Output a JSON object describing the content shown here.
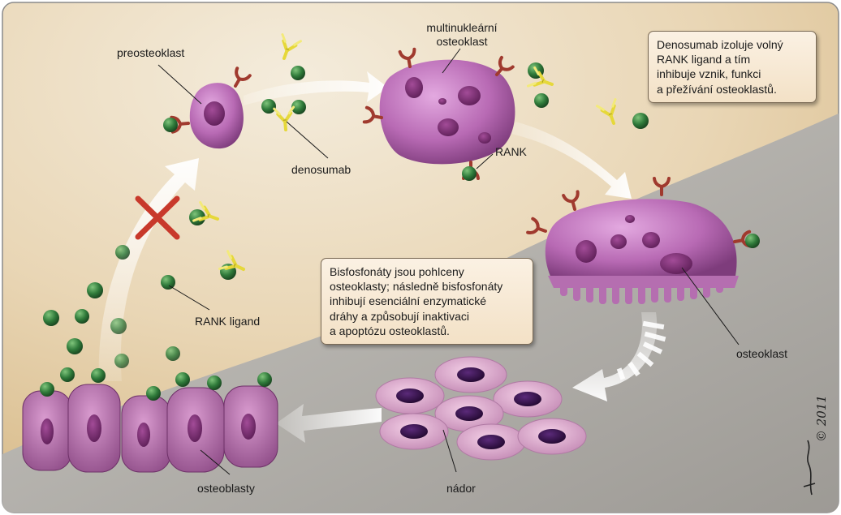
{
  "labels": {
    "preosteoklast": "preosteoklast",
    "multinuclear": [
      "multinukleární",
      "osteoklast"
    ],
    "denosumab": "denosumab",
    "rank": "RANK",
    "rank_ligand": "RANK ligand",
    "osteoklast": "osteoklast",
    "nador": "nádor",
    "osteoblasty": "osteoblasty"
  },
  "info_boxes": {
    "denosumab": [
      "Denosumab izoluje volný",
      "RANK ligand a tím",
      "inhibuje vznik, funkci",
      "a přežívání osteoklastů."
    ],
    "bisfosfonaty": [
      "Bisfosfonáty jsou pohlceny",
      "osteoklasty; následně bisfosfonáty",
      "inhibují esenciální enzymatické",
      "dráhy a způsobují inaktivaci",
      "a apoptózu osteoklastů."
    ]
  },
  "copyright": "© 2011",
  "colors": {
    "background_top": "#f1e6d2",
    "background_tan": "#e1c79c",
    "bone_gray": "#b3b1ad",
    "cell_violet": "#b066b0",
    "nucleus": "#7a2e72",
    "tumor_nucleus": "#3a1450",
    "rank_ligand_green": "#2f7a3a",
    "receptor_red": "#a03a2e",
    "antibody_yellow": "#e6d83a",
    "inhibition_x": "#c8392b"
  },
  "icons": {
    "inhibition": "red-x-icon",
    "ligand": "green-sphere",
    "antibody": "y-shaped-antibody",
    "receptor": "rank-receptor"
  }
}
